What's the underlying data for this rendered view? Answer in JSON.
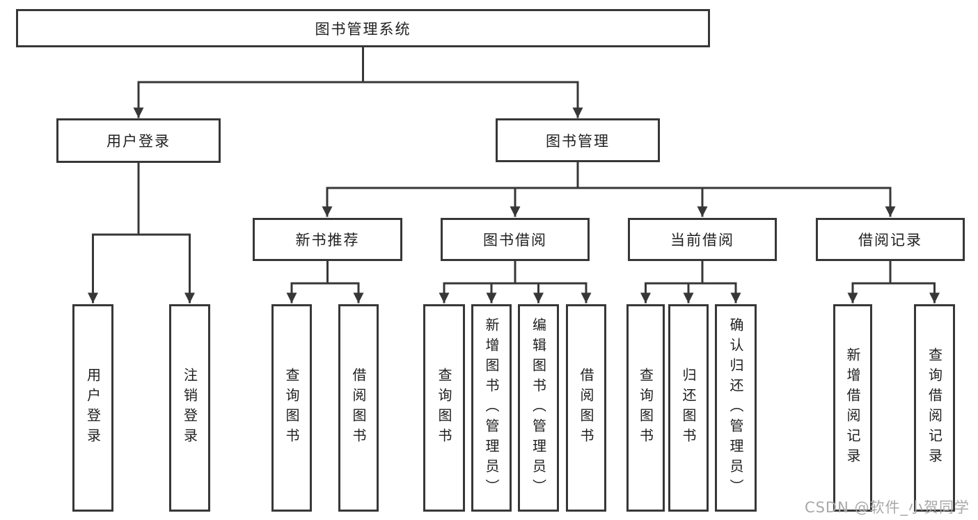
{
  "diagram": {
    "tree": {
      "label": "图书管理系统",
      "children": [
        {
          "label": "用户登录",
          "children": [
            {
              "label": "用户登录"
            },
            {
              "label": "注销登录"
            }
          ]
        },
        {
          "label": "图书管理",
          "children": [
            {
              "label": "新书推荐",
              "children": [
                {
                  "label": "查询图书"
                },
                {
                  "label": "借阅图书"
                }
              ]
            },
            {
              "label": "图书借阅",
              "children": [
                {
                  "label": "查询图书"
                },
                {
                  "label": "新增图书（管理员）"
                },
                {
                  "label": "编辑图书（管理员）"
                },
                {
                  "label": "借阅图书"
                }
              ]
            },
            {
              "label": "当前借阅",
              "children": [
                {
                  "label": "查询图书"
                },
                {
                  "label": "归还图书"
                },
                {
                  "label": "确认归还（管理员）"
                }
              ]
            },
            {
              "label": "借阅记录",
              "children": [
                {
                  "label": "新增借阅记录"
                },
                {
                  "label": "查询借阅记录"
                }
              ]
            }
          ]
        }
      ]
    },
    "colors": {
      "line": "#373737",
      "text": "#1f1f1f",
      "background": "#ffffff",
      "watermark_color": "#a8a8a8"
    }
  },
  "watermark": "CSDN @软件_小贺同学"
}
